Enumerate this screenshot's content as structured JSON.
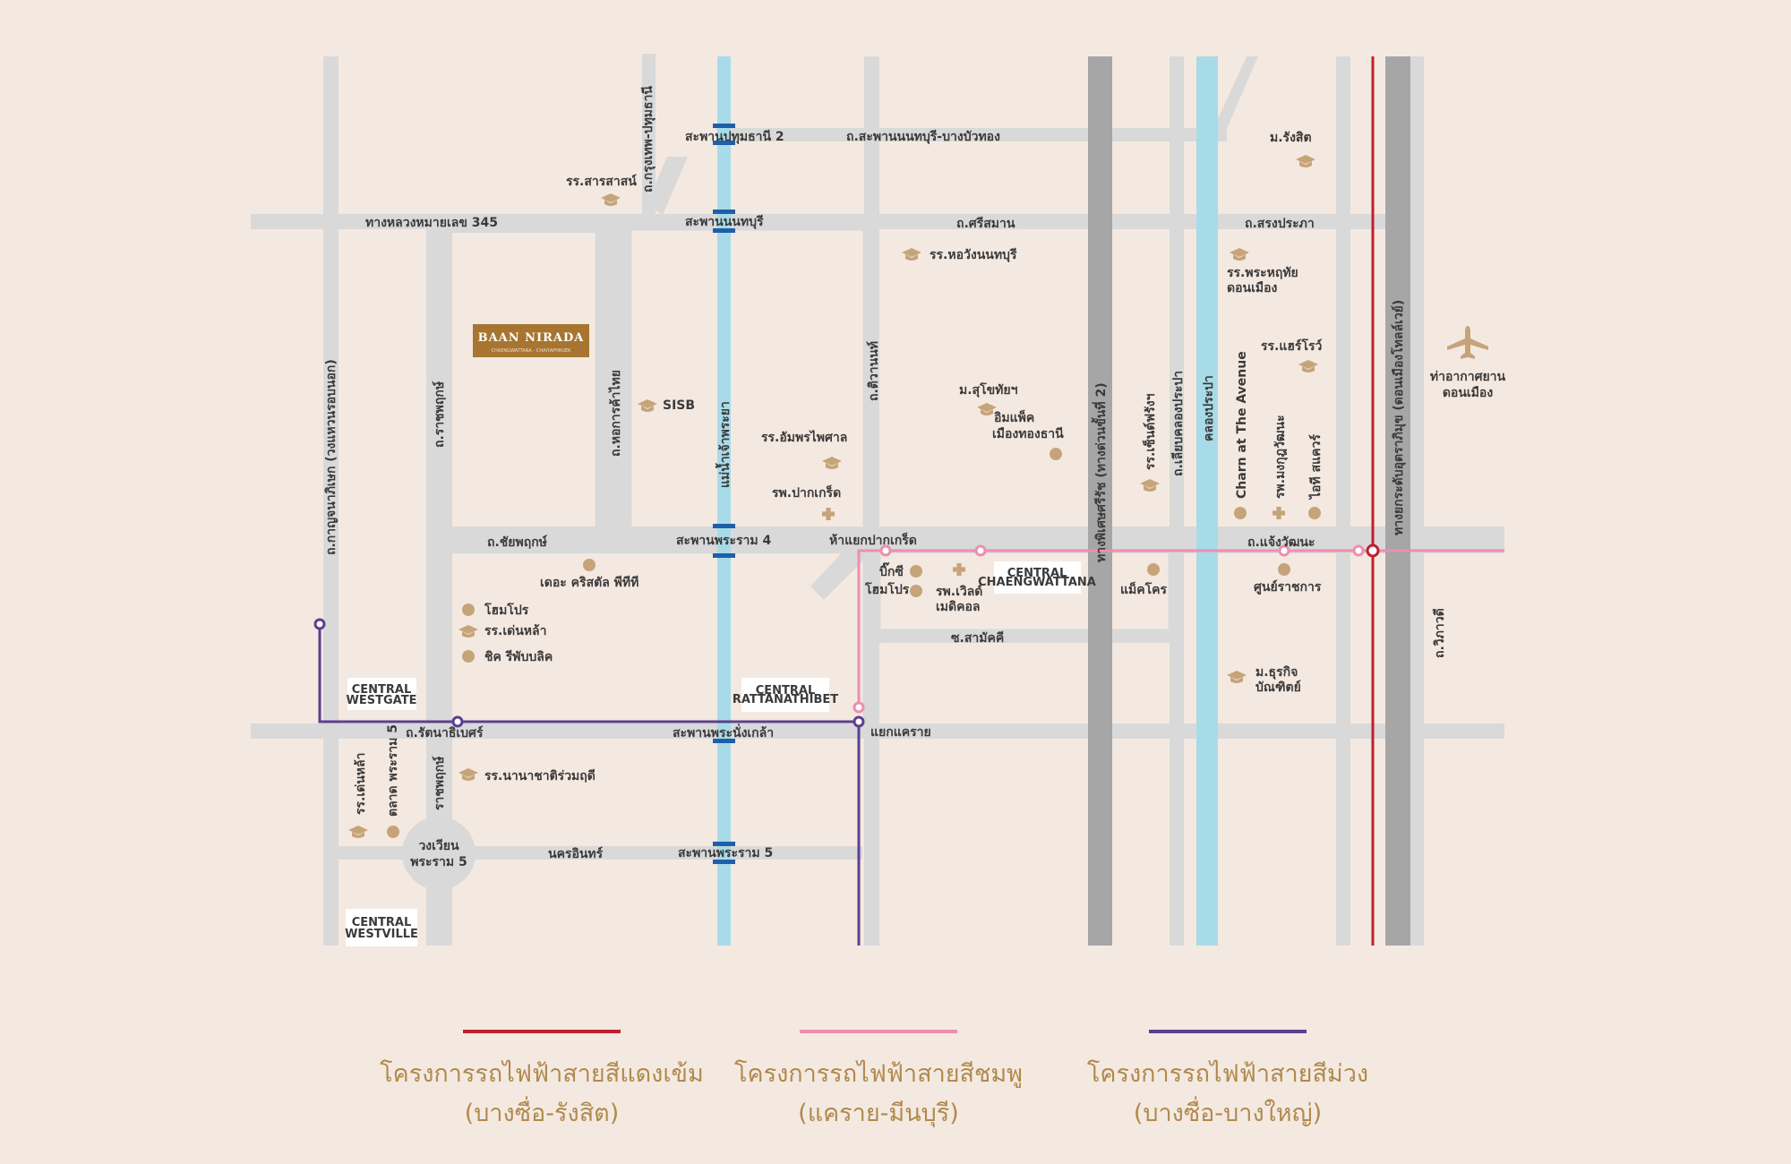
{
  "colors": {
    "background": "#f4e9e1",
    "road": "#d9d9d9",
    "expressway": "#a6a6a6",
    "river": "#a8dbe8",
    "dark_red_line": "#c0202e",
    "pink_line": "#ec8fae",
    "purple_line": "#5b3f8f",
    "bridge": "#1f5fa8",
    "poi_gold": "#c6a47a",
    "brand_brown": "#a7752f"
  },
  "project": {
    "name": "BAAN NIRADA",
    "sub": "CHAENGWATTANA - CHAIYAPHRUEK"
  },
  "malls": {
    "westgate": [
      "CENTRAL",
      "WESTGATE"
    ],
    "rattanathibet": [
      "CENTRAL",
      "RATTANATHIBET"
    ],
    "chaengwattana": [
      "CENTRAL",
      "CHAENGWATTANA"
    ],
    "westville": [
      "CENTRAL",
      "WESTVILLE"
    ]
  },
  "roads": {
    "hwy345": "ทางหลวงหมายเลข 345",
    "srisaman": "ถ.ศรีสมาน",
    "songprapa": "ถ.สรงประภา",
    "nonthaburi_bangbuathong": "ถ.สะพานนนทบุรี-บางบัวทอง",
    "krungthep_pathum": "ถ.กรุงเทพ-ปทุมธานี",
    "kanchanaphisek": "ถ.กาญจนาภิเษก (วงแหวนรอบนอก)",
    "ratchaphruek": "ถ.ราชพฤกษ์",
    "ho_kan_kha_thai": "ถ.หอการค้าไทย",
    "tiwanon": "ถ.ติวานนท์",
    "chaiyaphruek": "ถ.ชัยพฤกษ์",
    "chaengwattana": "ถ.แจ้งวัฒนะ",
    "samakkhi": "ซ.สามัคคี",
    "rattanathibet": "ถ.รัตนาธิเบศร์",
    "nakhon_in": "นครอินทร์",
    "ratchaphruek2": "ราชพฤกษ์",
    "expressway2": "ทางพิเศษศรีรัช (ทางด่วนขั้นที่ 2)",
    "khlong_prapa_road": "ถ.เลียบคลองประปา",
    "vibhavadi": "ถ.วิภาวดี",
    "don_mueang_tollway": "ทางยกระดับอุตราภิมุข (ดอนเมืองโทลล์เวย์)",
    "river": "แม่น้ำเจ้าพระยา",
    "khlong_prapa": "คลองประปา"
  },
  "bridges": {
    "pathum2": "สะพานปทุมธานี 2",
    "nonthaburi": "สะพานนนทบุรี",
    "rama4": "สะพานพระราม 4",
    "phra_nang_klao": "สะพานพระนั่งเกล้า",
    "rama5": "สะพานพระราม 5"
  },
  "junctions": {
    "pak_kret": "ห้าแยกปากเกร็ด",
    "khae_rai": "แยกแคราย",
    "rama5_circle": [
      "วงเวียน",
      "พระราม 5"
    ]
  },
  "pois": {
    "rangsit_u": "ม.รังสิต",
    "sarasas": "รร.สารสาสน์",
    "ho_wang": "รร.หอวังนนทบุรี",
    "phra_hruthai": [
      "รร.พระหฤทัย",
      "ดอนเมือง"
    ],
    "harrow": "รร.แฮร์โรว์",
    "airport": [
      "ท่าอากาศยาน",
      "ดอนเมือง"
    ],
    "sisb": "SISB",
    "sukhothai_u": "ม.สุโขทัยฯ",
    "impact": [
      "อิมแพ็ค",
      "เมืองทองธานี"
    ],
    "amphorn": "รร.อัมพรไพศาล",
    "pak_kret_hosp": "รพ.ปากเกร็ด",
    "st_francis": "รร.เซ็นต์ฟรังฯ",
    "charn": "Charn at The Avenue",
    "mongkut": "รพ.มงกุฎวัฒนะ",
    "ai_square": "ไอที สแควร์",
    "crystal": "เดอะ คริสตัล พีทีที",
    "homepro1": "โฮมโปร",
    "denla1": "รร.เด่นหล้า",
    "chic": "ชิค รีพับบลิค",
    "bigc": "บิ๊กซี",
    "homepro2": "โฮมโปร",
    "world_med": [
      "รพ.เวิลด์",
      "เมดิคอล"
    ],
    "makro": "แม็คโคร",
    "gov_center": "ศูนย์ราชการ",
    "dhurakij": [
      "ม.ธุรกิจ",
      "บัณฑิตย์"
    ],
    "international": "รร.นานาชาติร่วมฤดี",
    "denla2": "รร.เด่นหล้า",
    "market": "ตลาด พระราม 5"
  },
  "legend": [
    {
      "line1": "โครงการรถไฟฟ้าสายสีแดงเข้ม",
      "line2": "(บางซื่อ-รังสิต)",
      "color": "#c0202e"
    },
    {
      "line1": "โครงการรถไฟฟ้าสายสีชมพู",
      "line2": "(แคราย-มีนบุรี)",
      "color": "#ec8fae"
    },
    {
      "line1": "โครงการรถไฟฟ้าสายสีม่วง",
      "line2": "(บางซื่อ-บางใหญ่)",
      "color": "#5b3f8f"
    }
  ]
}
